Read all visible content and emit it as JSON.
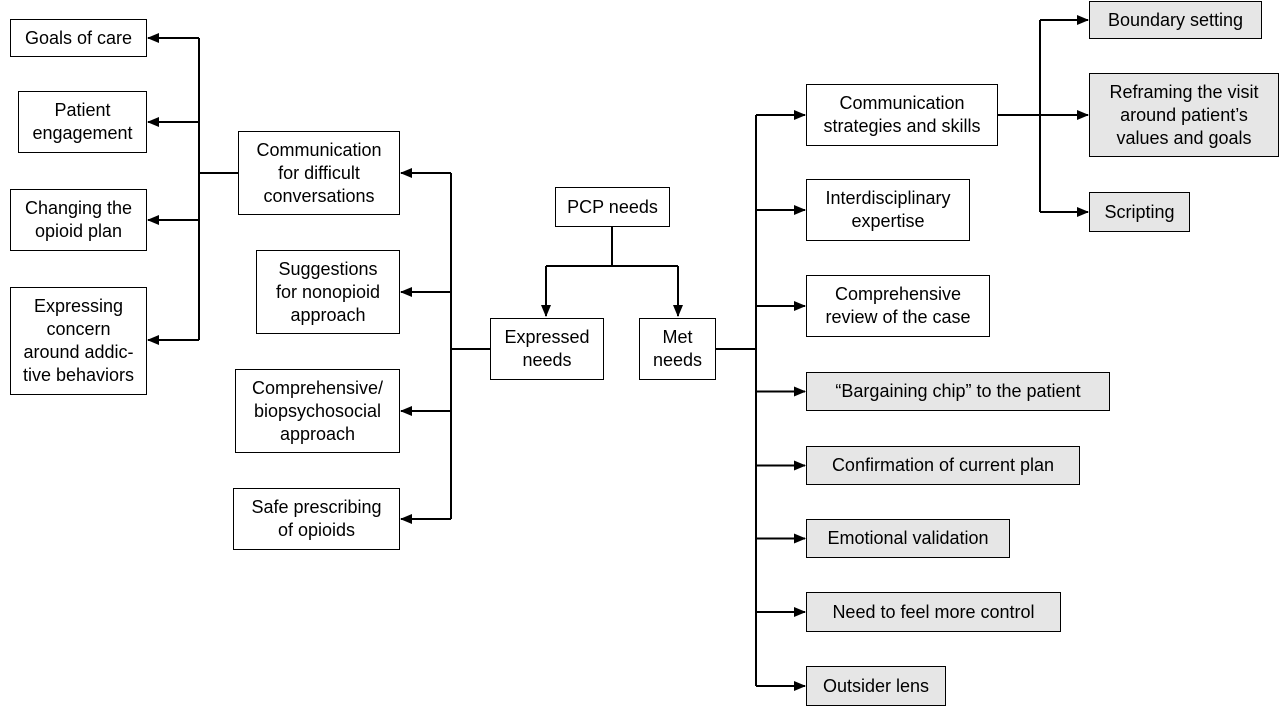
{
  "root": {
    "id": "pcp",
    "label": "PCP needs"
  },
  "branches": {
    "expressed": {
      "id": "expressed",
      "label": "Expressed\nneeds",
      "children": [
        {
          "id": "comm-difficult",
          "label": "Communication\nfor difficult\nconversations",
          "children": [
            {
              "id": "goals",
              "label": "Goals of care"
            },
            {
              "id": "engagement",
              "label": "Patient\nengagement"
            },
            {
              "id": "changing-plan",
              "label": "Changing the\nopioid plan"
            },
            {
              "id": "concern-addictive",
              "label": "Expressing\nconcern\naround addic-\ntive behaviors"
            }
          ]
        },
        {
          "id": "nonopioid",
          "label": "Suggestions\nfor nonopioid\napproach"
        },
        {
          "id": "biopsychosocial",
          "label": "Comprehensive/\nbiopsychosocial\napproach"
        },
        {
          "id": "safe-prescribing",
          "label": "Safe prescribing\nof opioids"
        }
      ]
    },
    "met": {
      "id": "met",
      "label": "Met\nneeds",
      "children": [
        {
          "id": "comm-strategies",
          "label": "Communication\nstrategies and skills",
          "children": [
            {
              "id": "boundary",
              "label": "Boundary setting",
              "shaded": true
            },
            {
              "id": "reframing",
              "label": "Reframing the visit\naround patient’s\nvalues and goals",
              "shaded": true
            },
            {
              "id": "scripting",
              "label": "Scripting",
              "shaded": true
            }
          ]
        },
        {
          "id": "interdisciplinary",
          "label": "Interdisciplinary\nexpertise"
        },
        {
          "id": "review",
          "label": "Comprehensive\nreview of the case"
        },
        {
          "id": "bargaining",
          "label": "“Bargaining chip” to the patient",
          "shaded": true
        },
        {
          "id": "confirmation",
          "label": "Confirmation of current plan",
          "shaded": true
        },
        {
          "id": "validation",
          "label": "Emotional validation",
          "shaded": true
        },
        {
          "id": "control",
          "label": "Need to feel more control",
          "shaded": true
        },
        {
          "id": "outsider",
          "label": "Outsider lens",
          "shaded": true
        }
      ]
    }
  },
  "colors": {
    "line": "#000000",
    "box_fill": "#ffffff",
    "shaded_fill": "#e6e6e6"
  }
}
